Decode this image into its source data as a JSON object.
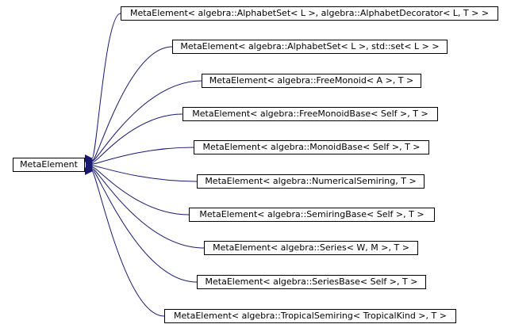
{
  "base": {
    "label": "MetaElement"
  },
  "derived": [
    {
      "label": "MetaElement< algebra::AlphabetSet< L >, algebra::AlphabetDecorator< L, T > >"
    },
    {
      "label": "MetaElement< algebra::AlphabetSet< L >, std::set< L > >"
    },
    {
      "label": "MetaElement< algebra::FreeMonoid< A >, T >"
    },
    {
      "label": "MetaElement< algebra::FreeMonoidBase< Self >, T >"
    },
    {
      "label": "MetaElement< algebra::MonoidBase< Self >, T >"
    },
    {
      "label": "MetaElement< algebra::NumericalSemiring, T >"
    },
    {
      "label": "MetaElement< algebra::SemiringBase< Self >, T >"
    },
    {
      "label": "MetaElement< algebra::Series< W, M >, T >"
    },
    {
      "label": "MetaElement< algebra::SeriesBase< Self >, T >"
    },
    {
      "label": "MetaElement< algebra::TropicalSemiring< TropicalKind >, T >"
    }
  ],
  "colors": {
    "edge": "#191970",
    "box_border": "#000000"
  }
}
